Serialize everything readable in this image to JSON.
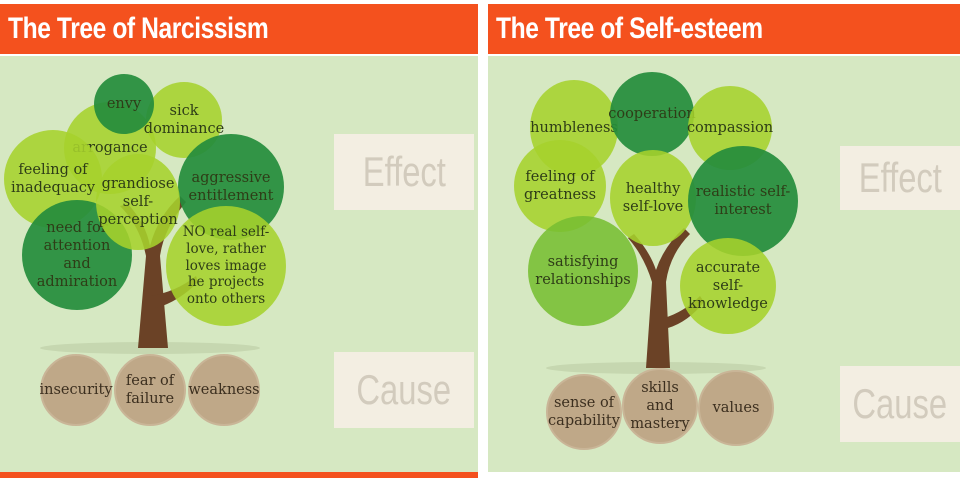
{
  "left": {
    "title": "The Tree of Narcissism",
    "effect_label": "Effect",
    "cause_label": "Cause",
    "leaves": {
      "envy": "envy",
      "sick_dominance": "sick dominance",
      "arrogance": "arrogance",
      "feeling_inadequacy": "feeling of inadequacy",
      "aggressive_entitlement": "aggressive entitlement",
      "grandiose": "grandiose self-perception",
      "need_for_attention": "need for attention and admiration",
      "no_real_self_love": "NO real self-love, rather loves image he projects onto others"
    },
    "roots": [
      "insecurity",
      "fear of failure",
      "weakness"
    ]
  },
  "right": {
    "title": "The Tree of Self-esteem",
    "effect_label": "Effect",
    "cause_label": "Cause",
    "leaves": {
      "humbleness": "humbleness",
      "cooperation": "cooperation",
      "compassion": "compassion",
      "feeling_greatness": "feeling of greatness",
      "healthy_self_love": "healthy self-love",
      "realistic_self_interest": "realistic self-interest",
      "satisfying_relationships": "satisfying relationships",
      "accurate_self_knowledge": "accurate self-knowledge"
    },
    "roots": [
      "sense of capability",
      "skills and mastery",
      "values"
    ]
  },
  "colors": {
    "header": "#f4511e",
    "background": "#d6e8c2",
    "leaf_light": "#a6d12c",
    "leaf_dark": "#248c3c",
    "root": "#bfa888",
    "trunk": "#6b4226"
  }
}
